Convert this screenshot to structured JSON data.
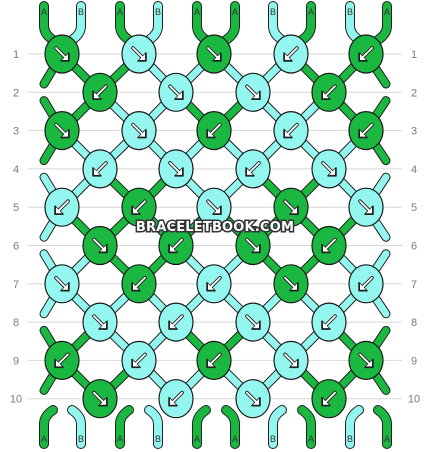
{
  "watermark": "BRACELETBOOK.COM",
  "colors": {
    "A": "#1ab841",
    "B": "#93f7ef",
    "outline": "#1a1a1a",
    "arrow": "#ffffff",
    "rowline": "#d8d8d8"
  },
  "strands_top": [
    "A",
    "B",
    "A",
    "B",
    "A",
    "A",
    "B",
    "A",
    "B",
    "A"
  ],
  "strands_bottom": [
    "A",
    "B",
    "A",
    "B",
    "A",
    "A",
    "B",
    "A",
    "B",
    "A"
  ],
  "rows": [
    {
      "label": "1",
      "knots": [
        {
          "color": "A",
          "dir": "SE"
        },
        {
          "color": "B",
          "dir": "SE"
        },
        {
          "color": "A",
          "dir": "SE"
        },
        {
          "color": "B",
          "dir": "SW"
        },
        {
          "color": "A",
          "dir": "SW"
        }
      ]
    },
    {
      "label": "2",
      "knots": [
        {
          "color": "A",
          "dir": "SW"
        },
        {
          "color": "B",
          "dir": "SE"
        },
        {
          "color": "B",
          "dir": "SE"
        },
        {
          "color": "A",
          "dir": "SW"
        }
      ]
    },
    {
      "label": "3",
      "knots": [
        {
          "color": "A",
          "dir": "SE"
        },
        {
          "color": "B",
          "dir": "SE"
        },
        {
          "color": "A",
          "dir": "SW"
        },
        {
          "color": "B",
          "dir": "SW"
        },
        {
          "color": "A",
          "dir": "SW"
        }
      ]
    },
    {
      "label": "4",
      "knots": [
        {
          "color": "B",
          "dir": "SW"
        },
        {
          "color": "B",
          "dir": "SE"
        },
        {
          "color": "B",
          "dir": "SW"
        },
        {
          "color": "B",
          "dir": "SE"
        }
      ]
    },
    {
      "label": "5",
      "knots": [
        {
          "color": "B",
          "dir": "SW"
        },
        {
          "color": "A",
          "dir": "SW"
        },
        {
          "color": "B",
          "dir": "SE"
        },
        {
          "color": "A",
          "dir": "SE"
        },
        {
          "color": "B",
          "dir": "SE"
        }
      ]
    },
    {
      "label": "6",
      "knots": [
        {
          "color": "A",
          "dir": "SE"
        },
        {
          "color": "A",
          "dir": "SW"
        },
        {
          "color": "A",
          "dir": "SE"
        },
        {
          "color": "A",
          "dir": "SW"
        }
      ]
    },
    {
      "label": "7",
      "knots": [
        {
          "color": "B",
          "dir": "SE"
        },
        {
          "color": "A",
          "dir": "SW"
        },
        {
          "color": "B",
          "dir": "SW"
        },
        {
          "color": "A",
          "dir": "SE"
        },
        {
          "color": "B",
          "dir": "SW"
        }
      ]
    },
    {
      "label": "8",
      "knots": [
        {
          "color": "B",
          "dir": "SE"
        },
        {
          "color": "B",
          "dir": "SW"
        },
        {
          "color": "B",
          "dir": "SE"
        },
        {
          "color": "B",
          "dir": "SW"
        }
      ]
    },
    {
      "label": "9",
      "knots": [
        {
          "color": "A",
          "dir": "SW"
        },
        {
          "color": "B",
          "dir": "SW"
        },
        {
          "color": "A",
          "dir": "SW"
        },
        {
          "color": "B",
          "dir": "SE"
        },
        {
          "color": "A",
          "dir": "SE"
        }
      ]
    },
    {
      "label": "10",
      "knots": [
        {
          "color": "A",
          "dir": "SE"
        },
        {
          "color": "B",
          "dir": "SW"
        },
        {
          "color": "B",
          "dir": "SE"
        },
        {
          "color": "A",
          "dir": "SW"
        }
      ]
    }
  ]
}
